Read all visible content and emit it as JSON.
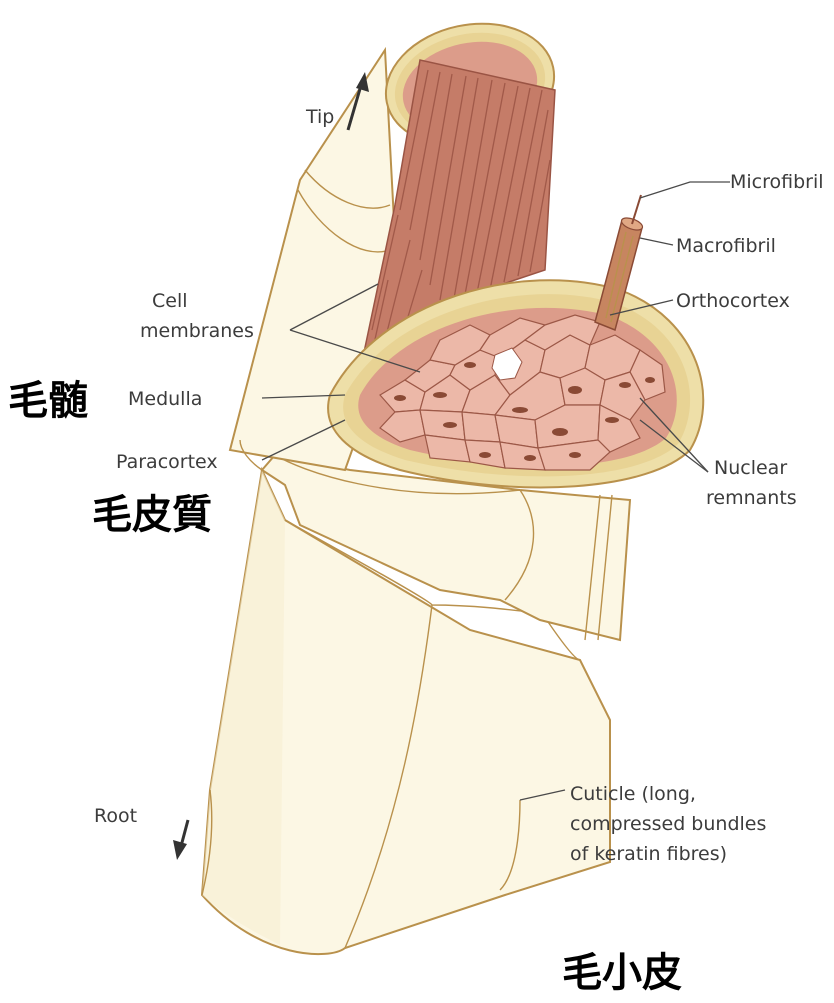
{
  "figure": {
    "labels": {
      "tip": "Tip",
      "root": "Root",
      "microfibril": "Microfibril",
      "macrofibril": "Macrofibril",
      "orthocortex": "Orthocortex",
      "cell_membranes_line1": "Cell",
      "cell_membranes_line2": "membranes",
      "medulla": "Medulla",
      "paracortex": "Paracortex",
      "nuclear_remnants_line1": "Nuclear",
      "nuclear_remnants_line2": "remnants",
      "cuticle_line1": "Cuticle (long,",
      "cuticle_line2": "compressed bundles",
      "cuticle_line3": "of keratin fibres)"
    },
    "annotations": {
      "medulla_jp": "毛髄",
      "paracortex_jp": "毛皮質",
      "cuticle_jp": "毛小皮"
    }
  },
  "colors": {
    "cuticle": "#fcf7e4",
    "outline": "#b9914c",
    "cortex": "#c57c68",
    "cells": "#ecb8a8",
    "nuclei": "#8a4a35"
  }
}
